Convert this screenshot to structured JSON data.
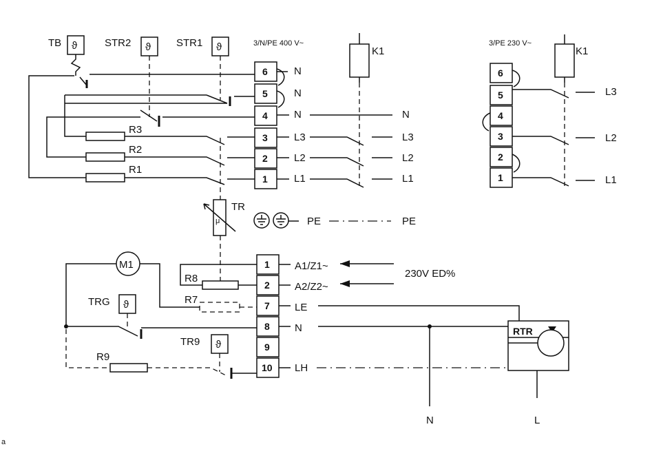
{
  "top_left": {
    "supply": "3/N/PE 400 V~",
    "sensors": {
      "tb": "TB",
      "str2": "STR2",
      "str1": "STR1"
    },
    "resistors": {
      "r1": "R1",
      "r2": "R2",
      "r3": "R3"
    },
    "terminals": [
      "6",
      "5",
      "4",
      "3",
      "2",
      "1"
    ],
    "conductors": [
      "N",
      "N",
      "N",
      "L3",
      "L2",
      "L1"
    ],
    "relay": "K1",
    "outputs": [
      "N",
      "L3",
      "L2",
      "L1"
    ]
  },
  "top_right": {
    "supply": "3/PE 230 V~",
    "terminals": [
      "6",
      "5",
      "4",
      "3",
      "2",
      "1"
    ],
    "relay": "K1",
    "outputs": [
      "L3",
      "L2",
      "L1"
    ]
  },
  "middle": {
    "tr_label": "TR",
    "mu": "μ",
    "pe_left": "PE",
    "pe_right": "PE"
  },
  "bottom": {
    "motor": "M1",
    "trg": "TRG",
    "tr9": "TR9",
    "r7": "R7",
    "r8": "R8",
    "r9": "R9",
    "terminals": [
      "1",
      "2",
      "7",
      "8",
      "9",
      "10"
    ],
    "terminal_labels": [
      "A1/Z1~",
      "A2/Z2~",
      "LE",
      "N",
      "",
      "LH"
    ],
    "control_label": "230V ED%",
    "rtr": "RTR",
    "out_n": "N",
    "out_l": "L"
  },
  "corner_label": "a",
  "icons": {
    "thermostat": "theta-icon",
    "earth": "earth-icon",
    "motor": "motor-icon"
  }
}
